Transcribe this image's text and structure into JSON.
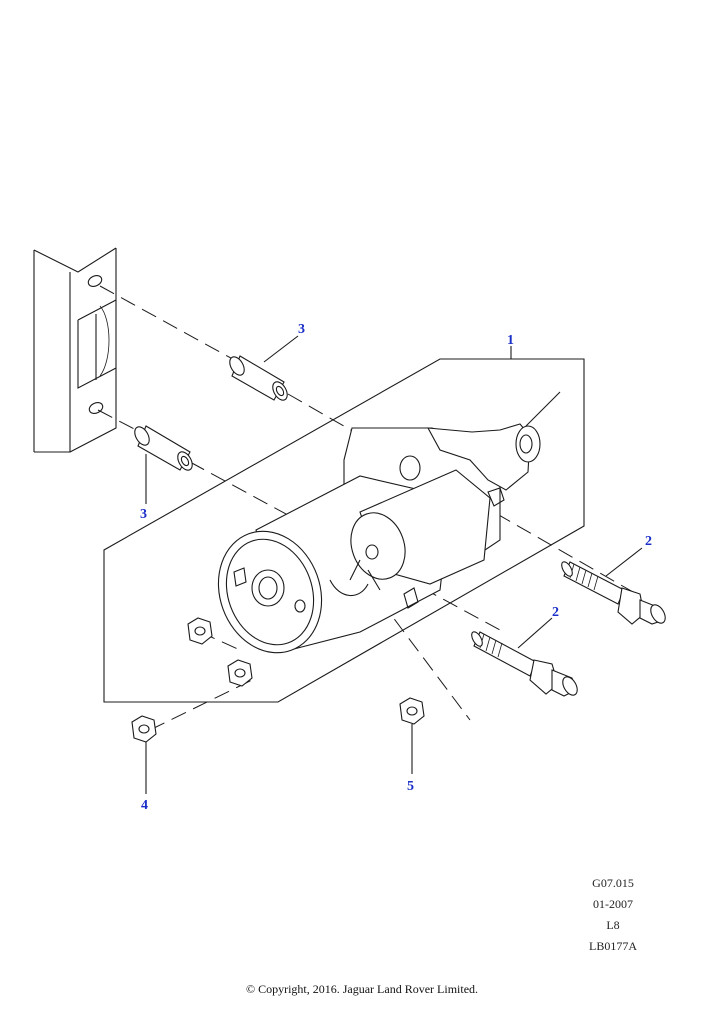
{
  "callouts": {
    "c1": "1",
    "c2a": "2",
    "c2b": "2",
    "c3a": "3",
    "c3b": "3",
    "c4": "4",
    "c5": "5"
  },
  "meta": {
    "ref": "G07.015",
    "date": "01-2007",
    "model": "L8",
    "code": "LB0177A"
  },
  "footer": {
    "copyright": "© Copyright, 2016. Jaguar Land Rover Limited."
  }
}
